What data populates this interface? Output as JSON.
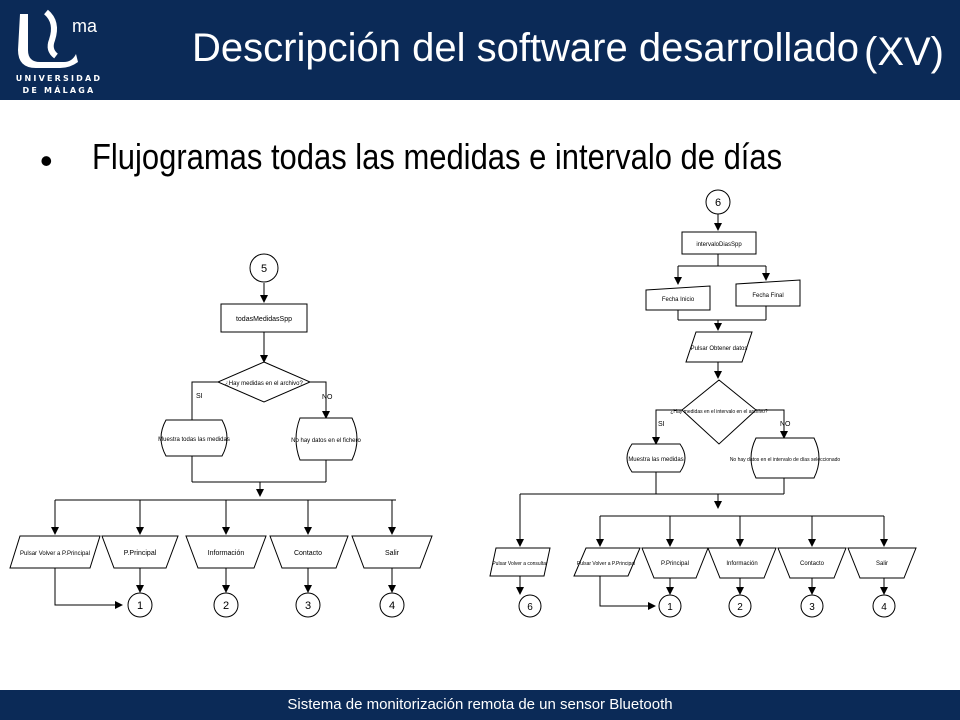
{
  "header": {
    "university_line1": "UNIVERSIDAD",
    "university_line2": "DE MÁLAGA",
    "logo_text": "ma",
    "title": "Descripción del software desarrollado",
    "title_suffix": "(XV)"
  },
  "bullet": {
    "text": "Flujogramas todas las medidas e intervalo de días"
  },
  "footer": {
    "text": "Sistema de monitorización remota de un sensor Bluetooth"
  },
  "flow_left": {
    "start": "5",
    "process": "todasMedidasSpp",
    "decision": "¿Hay medidas en el archivo?",
    "yes": "SI",
    "no": "NO",
    "yes_box": "Muestra todas las medidas",
    "no_box": "No hay datos en el fichero",
    "menu": [
      "Pulsar Volver a P.Principal",
      "P.Principal",
      "Información",
      "Contacto",
      "Salir"
    ],
    "connectors": [
      "1",
      "2",
      "3",
      "4"
    ]
  },
  "flow_right": {
    "start": "6",
    "process": "intervaloDiasSpp",
    "input1": "Fecha Inicio",
    "input2": "Fecha Final",
    "pulsar": "Pulsar Obtener datos",
    "decision": "¿Hay medidas en el intervalo en el archivo?",
    "yes": "SI",
    "no": "NO",
    "yes_box": "Muestra las medidas",
    "no_box": "No hay datos en el intervalo de días seleccionado",
    "menu": [
      "Pulsar Volver a consultar",
      "Pulsar Volver a P.Principal",
      "P.Principal",
      "Información",
      "Contacto",
      "Salir"
    ],
    "connectors": [
      "6",
      "1",
      "2",
      "3",
      "4"
    ]
  }
}
